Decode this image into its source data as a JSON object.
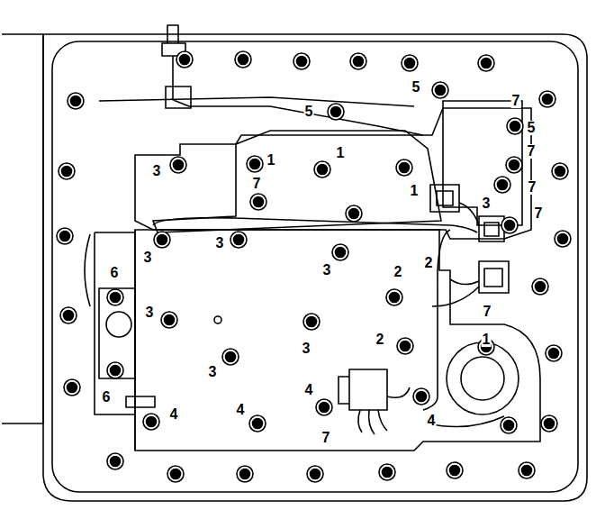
{
  "diagram": {
    "labels": [
      "5",
      "7",
      "5",
      "5",
      "7",
      "1",
      "1",
      "3",
      "7",
      "1",
      "7",
      "3",
      "7",
      "3",
      "3",
      "3",
      "2",
      "2",
      "6",
      "7",
      "3",
      "2",
      "1",
      "3",
      "3",
      "6",
      "4",
      "4",
      "4",
      "4",
      "7"
    ]
  }
}
